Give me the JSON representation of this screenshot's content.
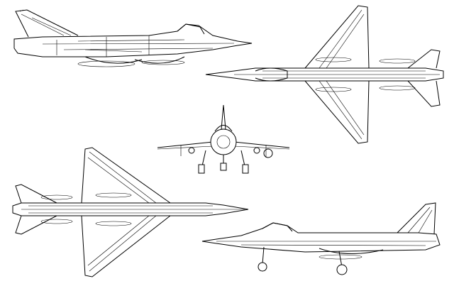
{
  "colors": {
    "background": "#ffffff",
    "line": "#000000"
  },
  "views": [
    {
      "id": "side-view-top"
    },
    {
      "id": "top-view"
    },
    {
      "id": "front-view"
    },
    {
      "id": "bottom-view"
    },
    {
      "id": "side-view-bottom"
    }
  ]
}
